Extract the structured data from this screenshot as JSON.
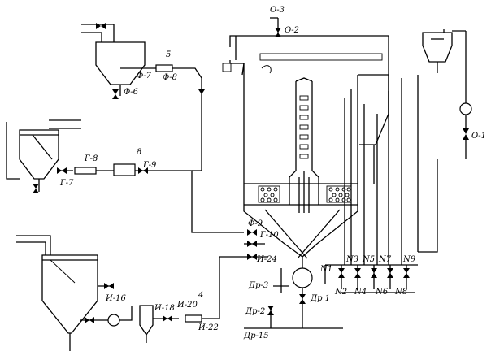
{
  "diagram": {
    "labels": {
      "o3": "О-3",
      "o2": "О-2",
      "o1": "О-1",
      "f7": "Ф-7",
      "f6": "Ф-6",
      "f8": "Ф-8",
      "n5": "5",
      "g7": "Г-7",
      "g8": "Г-8",
      "n8": "8",
      "g9": "Г-9",
      "f9": "Ф-9",
      "g10": "Г-10",
      "i24": "И-24",
      "i16": "И-16",
      "i18": "И-18",
      "i20": "И-20",
      "i22": "И-22",
      "n4": "4",
      "dr3": "Др-3",
      "dr2": "Др-2",
      "dr1": "Др 1",
      "dr15": "Др-15",
      "N1": "N1",
      "N3": "N3",
      "N5": "N5",
      "N7": "N7",
      "N9": "N9",
      "N2": "N2",
      "N4": "N4",
      "N6": "N6",
      "N8": "N8"
    }
  }
}
